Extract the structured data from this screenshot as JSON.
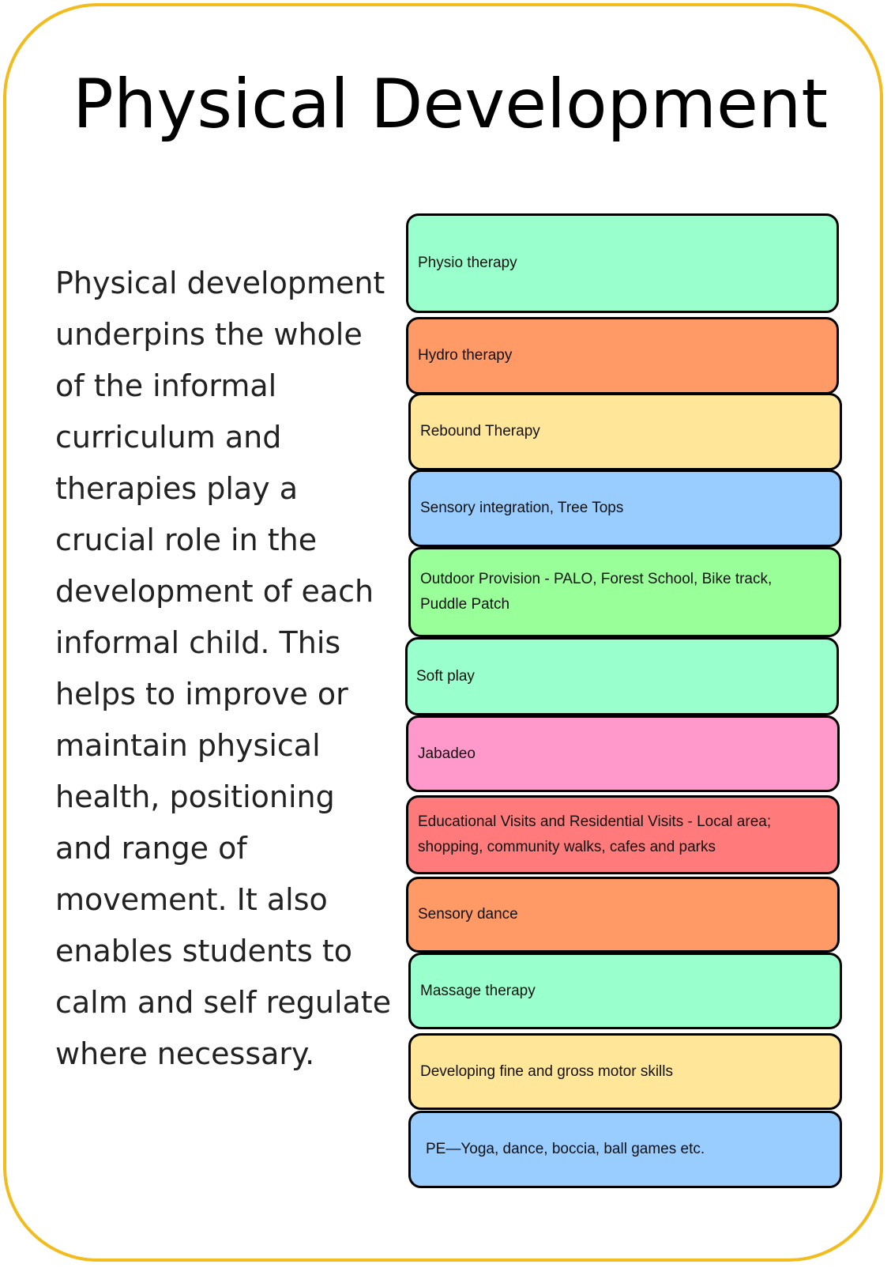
{
  "title": "Physical Development",
  "intro_lines": [
    " Physical development",
    "underpins the whole",
    "of the informal",
    "curriculum and",
    "therapies play a",
    "crucial role in the",
    "development of each",
    "informal child. This",
    "helps to improve or",
    "maintain physical",
    "health, positioning",
    "and range of",
    "movement. It also",
    "enables students to",
    "calm and self regulate",
    "where necessary."
  ],
  "activities": [
    {
      "label": "Physio therapy",
      "color": "#99ffcc"
    },
    {
      "label": "Hydro therapy",
      "color": "#ff9966"
    },
    {
      "label": "Rebound Therapy",
      "color": "#ffe699"
    },
    {
      "label": "Sensory integration, Tree Tops",
      "color": "#99ccff"
    },
    {
      "label": "Outdoor Provision - PALO, Forest School, Bike track, Puddle Patch",
      "color": "#99ff99"
    },
    {
      "label": "Soft play",
      "color": "#99ffcc"
    },
    {
      "label": "Jabadeo",
      "color": "#ff99cc"
    },
    {
      "label": "Educational Visits and Residential Visits - Local area; shopping, community walks, cafes and parks",
      "color": "#ff7b7b"
    },
    {
      "label": "Sensory dance",
      "color": "#ff9966"
    },
    {
      "label": "Massage therapy",
      "color": "#99ffcc"
    },
    {
      "label": "Developing fine and gross motor skills",
      "color": "#ffe699"
    },
    {
      "label": "PE—Yoga, dance, boccia, ball games etc.",
      "color": "#99ccff"
    }
  ],
  "frame_color": "#f2bc1e"
}
